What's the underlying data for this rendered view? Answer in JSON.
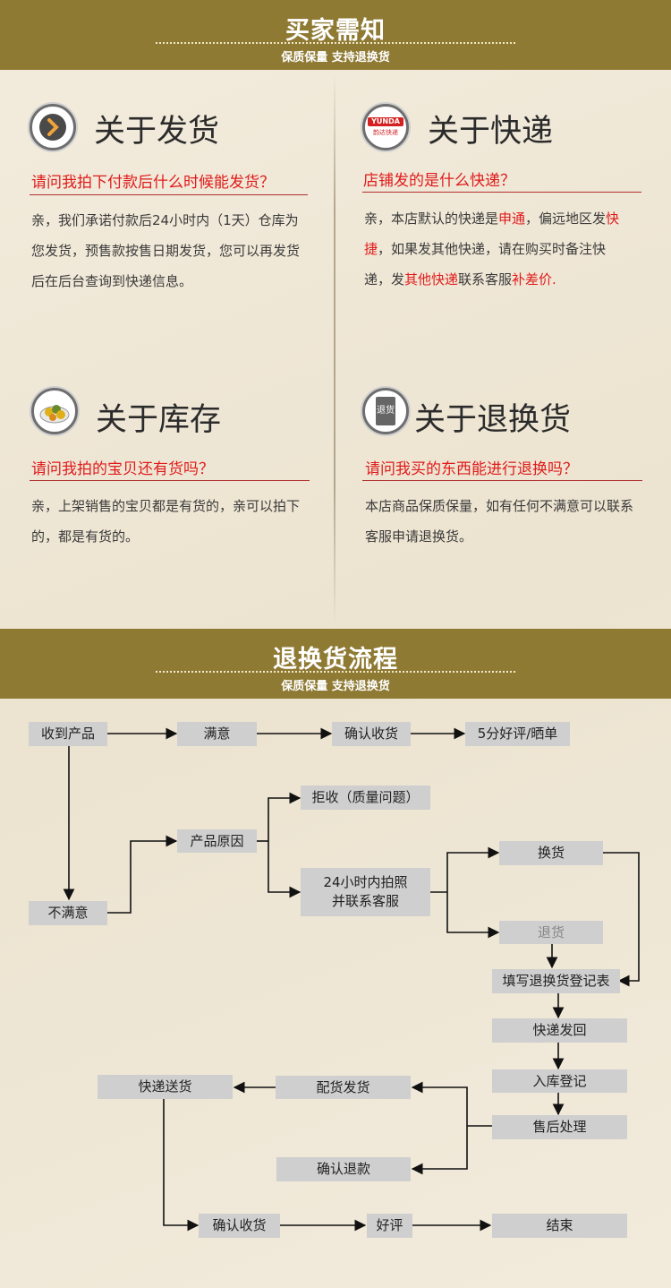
{
  "banner1": {
    "title": "买家需知",
    "subtitle": "保质保量 支持退换货"
  },
  "shipping": {
    "title": "关于发货",
    "question": "请问我拍下付款后什么时候能发货？",
    "body": "亲，我们承诺付款后24小时内（1天）仓库为您发货，预售款按售日期发货，您可以再发货后在后台查询到快递信息。"
  },
  "express": {
    "title": "关于快递",
    "icon_text": [
      "YUNDA",
      "韵达快递"
    ],
    "question": "店铺发的是什么快递？",
    "body_parts": [
      "亲，本店默认的快递是",
      "申通",
      "，偏远地区发",
      "快捷",
      "，如果发其他快递，请在购买时备注快递，发",
      "其他快递",
      "联系客服",
      "补差价."
    ]
  },
  "stock": {
    "title": "关于库存",
    "question": "请问我拍的宝贝还有货吗？",
    "body": "亲，上架销售的宝贝都是有货的，亲可以拍下的，都是有货的。"
  },
  "returns": {
    "title": "关于退换货",
    "icon_text": "退货",
    "question": "请问我买的东西能进行退换吗？",
    "body": "本店商品保质保量，如有任何不满意可以联系客服申请退换货。"
  },
  "banner2": {
    "title": "退换货流程",
    "subtitle": "保质保量 支持退换货"
  },
  "flow": {
    "receive": "收到产品",
    "satisfied": "满意",
    "confirm_receipt_1": "确认收货",
    "review_5": "5分好评/晒单",
    "unsatisfied": "不满意",
    "product_reason": "产品原因",
    "reject": "拒收（质量问题）",
    "photo_line1": "24小时内拍照",
    "photo_line2": "并联系客服",
    "exchange": "换货",
    "refund_goods": "退货",
    "fill_form": "填写退换货登记表",
    "express_return": "快递发回",
    "stock_in": "入库登记",
    "after_sale": "售后处理",
    "ship_out": "配货发货",
    "express_deliver": "快递送货",
    "confirm_refund": "确认退款",
    "confirm_receipt_2": "确认收货",
    "good_review": "好评",
    "end": "结束"
  },
  "colors": {
    "banner": "#8f7a34",
    "accent_red": "#e01b1b",
    "box": "#cfcfcf"
  }
}
